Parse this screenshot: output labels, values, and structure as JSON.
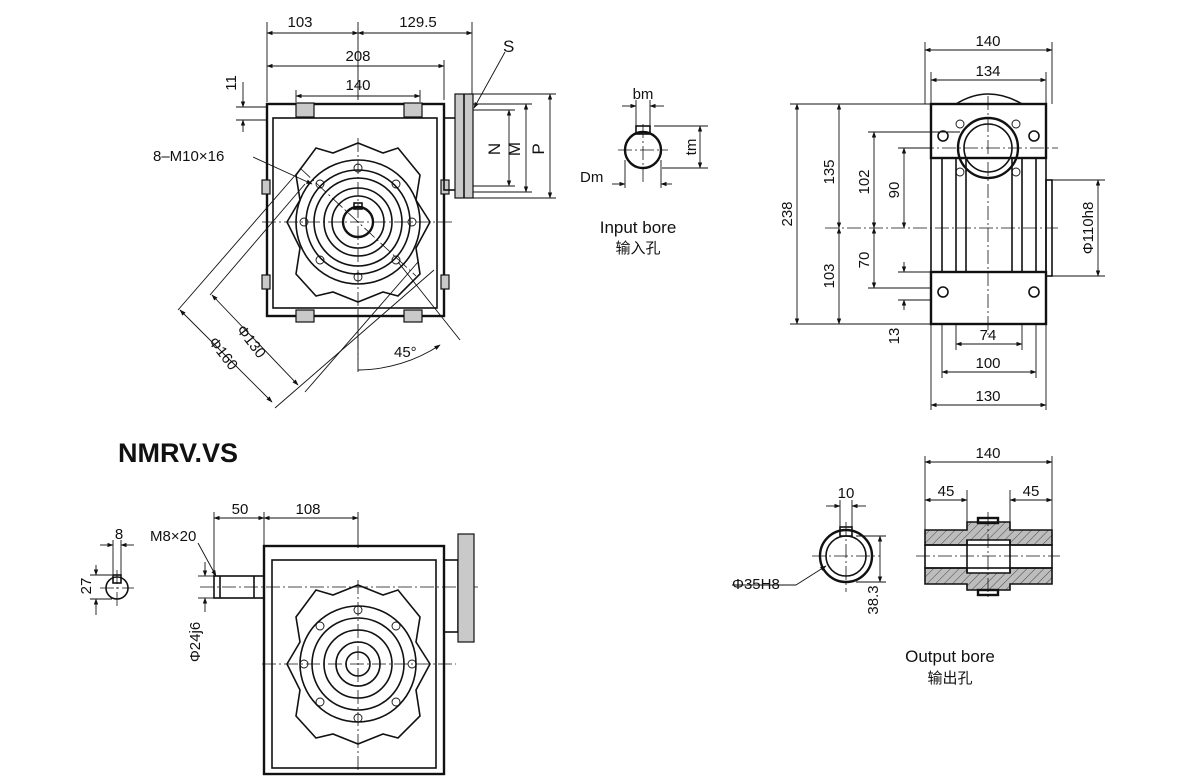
{
  "model_title": "NMRV.VS",
  "front_view": {
    "dims": {
      "d103": "103",
      "d129_5": "129.5",
      "d208": "208",
      "d140": "140",
      "d11": "11",
      "s": "S",
      "n": "N",
      "m": "M",
      "p": "P",
      "bolts": "8–M10×16",
      "phi130": "Φ130",
      "phi160": "Φ160",
      "angle": "45°"
    }
  },
  "input_bore": {
    "caption_en": "Input bore",
    "caption_zh": "输入孔",
    "dims": {
      "bm": "bm",
      "tm": "tm",
      "dm": "Dm"
    }
  },
  "side_view": {
    "dims": {
      "d140": "140",
      "d134": "134",
      "d238": "238",
      "d135": "135",
      "d102": "102",
      "d90": "90",
      "d103": "103",
      "d70": "70",
      "d13": "13",
      "phi110": "Φ110h8",
      "d74": "74",
      "d100": "100",
      "d130": "130"
    }
  },
  "shaft_view": {
    "dims": {
      "d8": "8",
      "d27": "27",
      "m8": "M8×20",
      "d50": "50",
      "d108": "108",
      "phi24": "Φ24j6"
    }
  },
  "output_bore": {
    "caption_en": "Output bore",
    "caption_zh": "输出孔",
    "dims": {
      "d10": "10",
      "phi35": "Φ35H8",
      "d38_3": "38.3"
    }
  },
  "section_view": {
    "dims": {
      "d140": "140",
      "d45a": "45",
      "d45b": "45"
    }
  }
}
